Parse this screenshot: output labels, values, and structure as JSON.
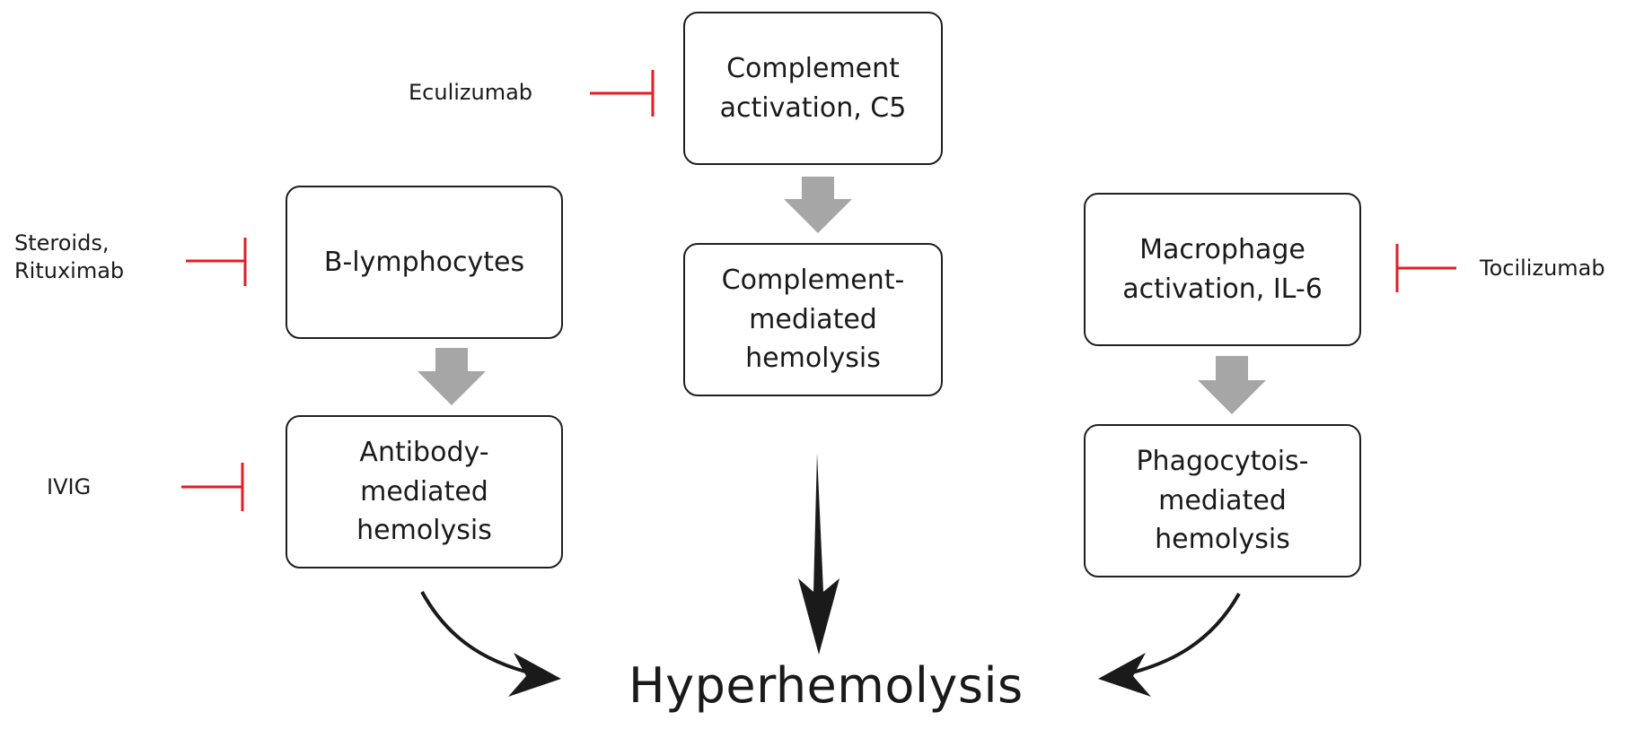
{
  "colors": {
    "inhibitor": "#e31e24",
    "flow_arrow": "#a6a6a6",
    "outcome_arrow": "#1a1a1a",
    "box_border": "#1f1f1f"
  },
  "boxes": {
    "complement_activation": "Complement\nactivation, C5",
    "complement_hemolysis": "Complement-\nmediated\nhemolysis",
    "b_lymphocytes": "B-lymphocytes",
    "antibody_hemolysis": "Antibody-\nmediated\nhemolysis",
    "macrophage_activation": "Macrophage\nactivation, IL-6",
    "phagocytosis_hemolysis": "Phagocytois-\nmediated\nhemolysis"
  },
  "drugs": {
    "eculizumab": "Eculizumab",
    "steroids_rituximab": "Steroids,\nRituximab",
    "ivig": "IVIG",
    "tocilizumab": "Tocilizumab"
  },
  "outcome": "Hyperhemolysis"
}
